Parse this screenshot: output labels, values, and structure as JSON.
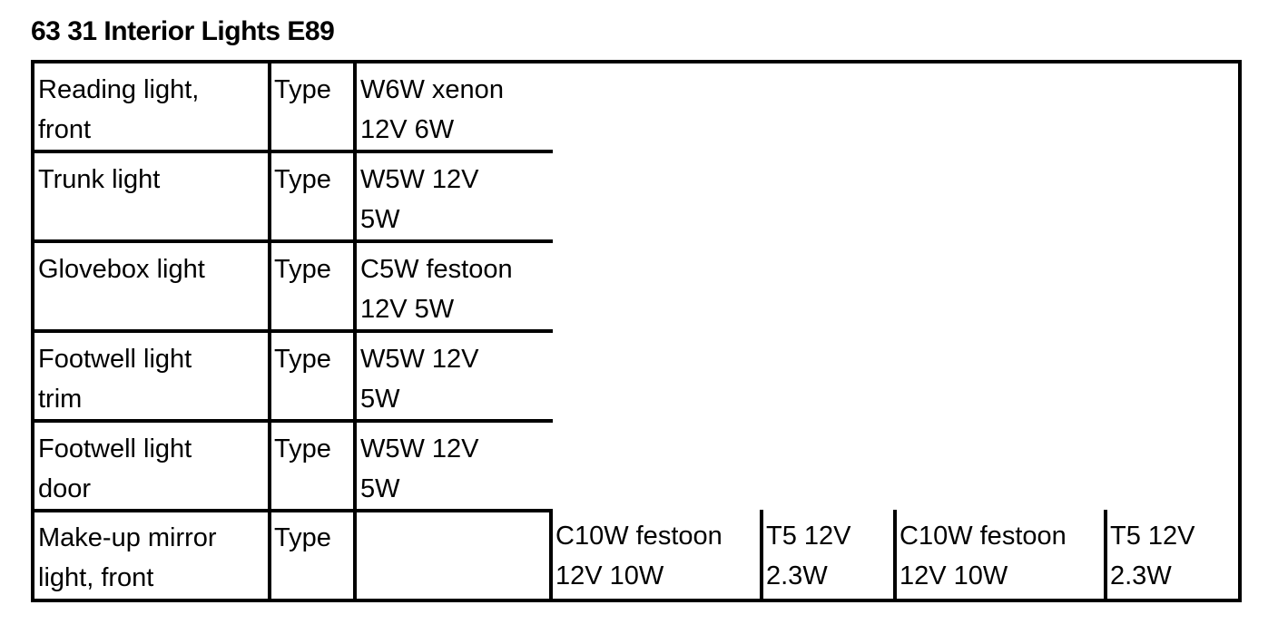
{
  "title": "63 31 Interior Lights E89",
  "rows": [
    {
      "item": "Reading light,\nfront",
      "label": "Type",
      "value": "W6W xenon\n12V 6W"
    },
    {
      "item": "Trunk light",
      "label": "Type",
      "value": "W5W 12V\n5W"
    },
    {
      "item": "Glovebox light",
      "label": "Type",
      "value": "C5W festoon\n12V 5W"
    },
    {
      "item": "Footwell light\ntrim",
      "label": "Type",
      "value": "W5W 12V\n5W"
    },
    {
      "item": "Footwell light\ndoor",
      "label": "Type",
      "value": "W5W 12V\n5W"
    },
    {
      "item": "Make-up mirror\nlight, front",
      "label": "Type",
      "value": "",
      "extra": [
        "C10W festoon\n12V 10W",
        "T5 12V\n2.3W",
        "C10W festoon\n12V 10W",
        "T5 12V\n2.3W"
      ]
    }
  ]
}
